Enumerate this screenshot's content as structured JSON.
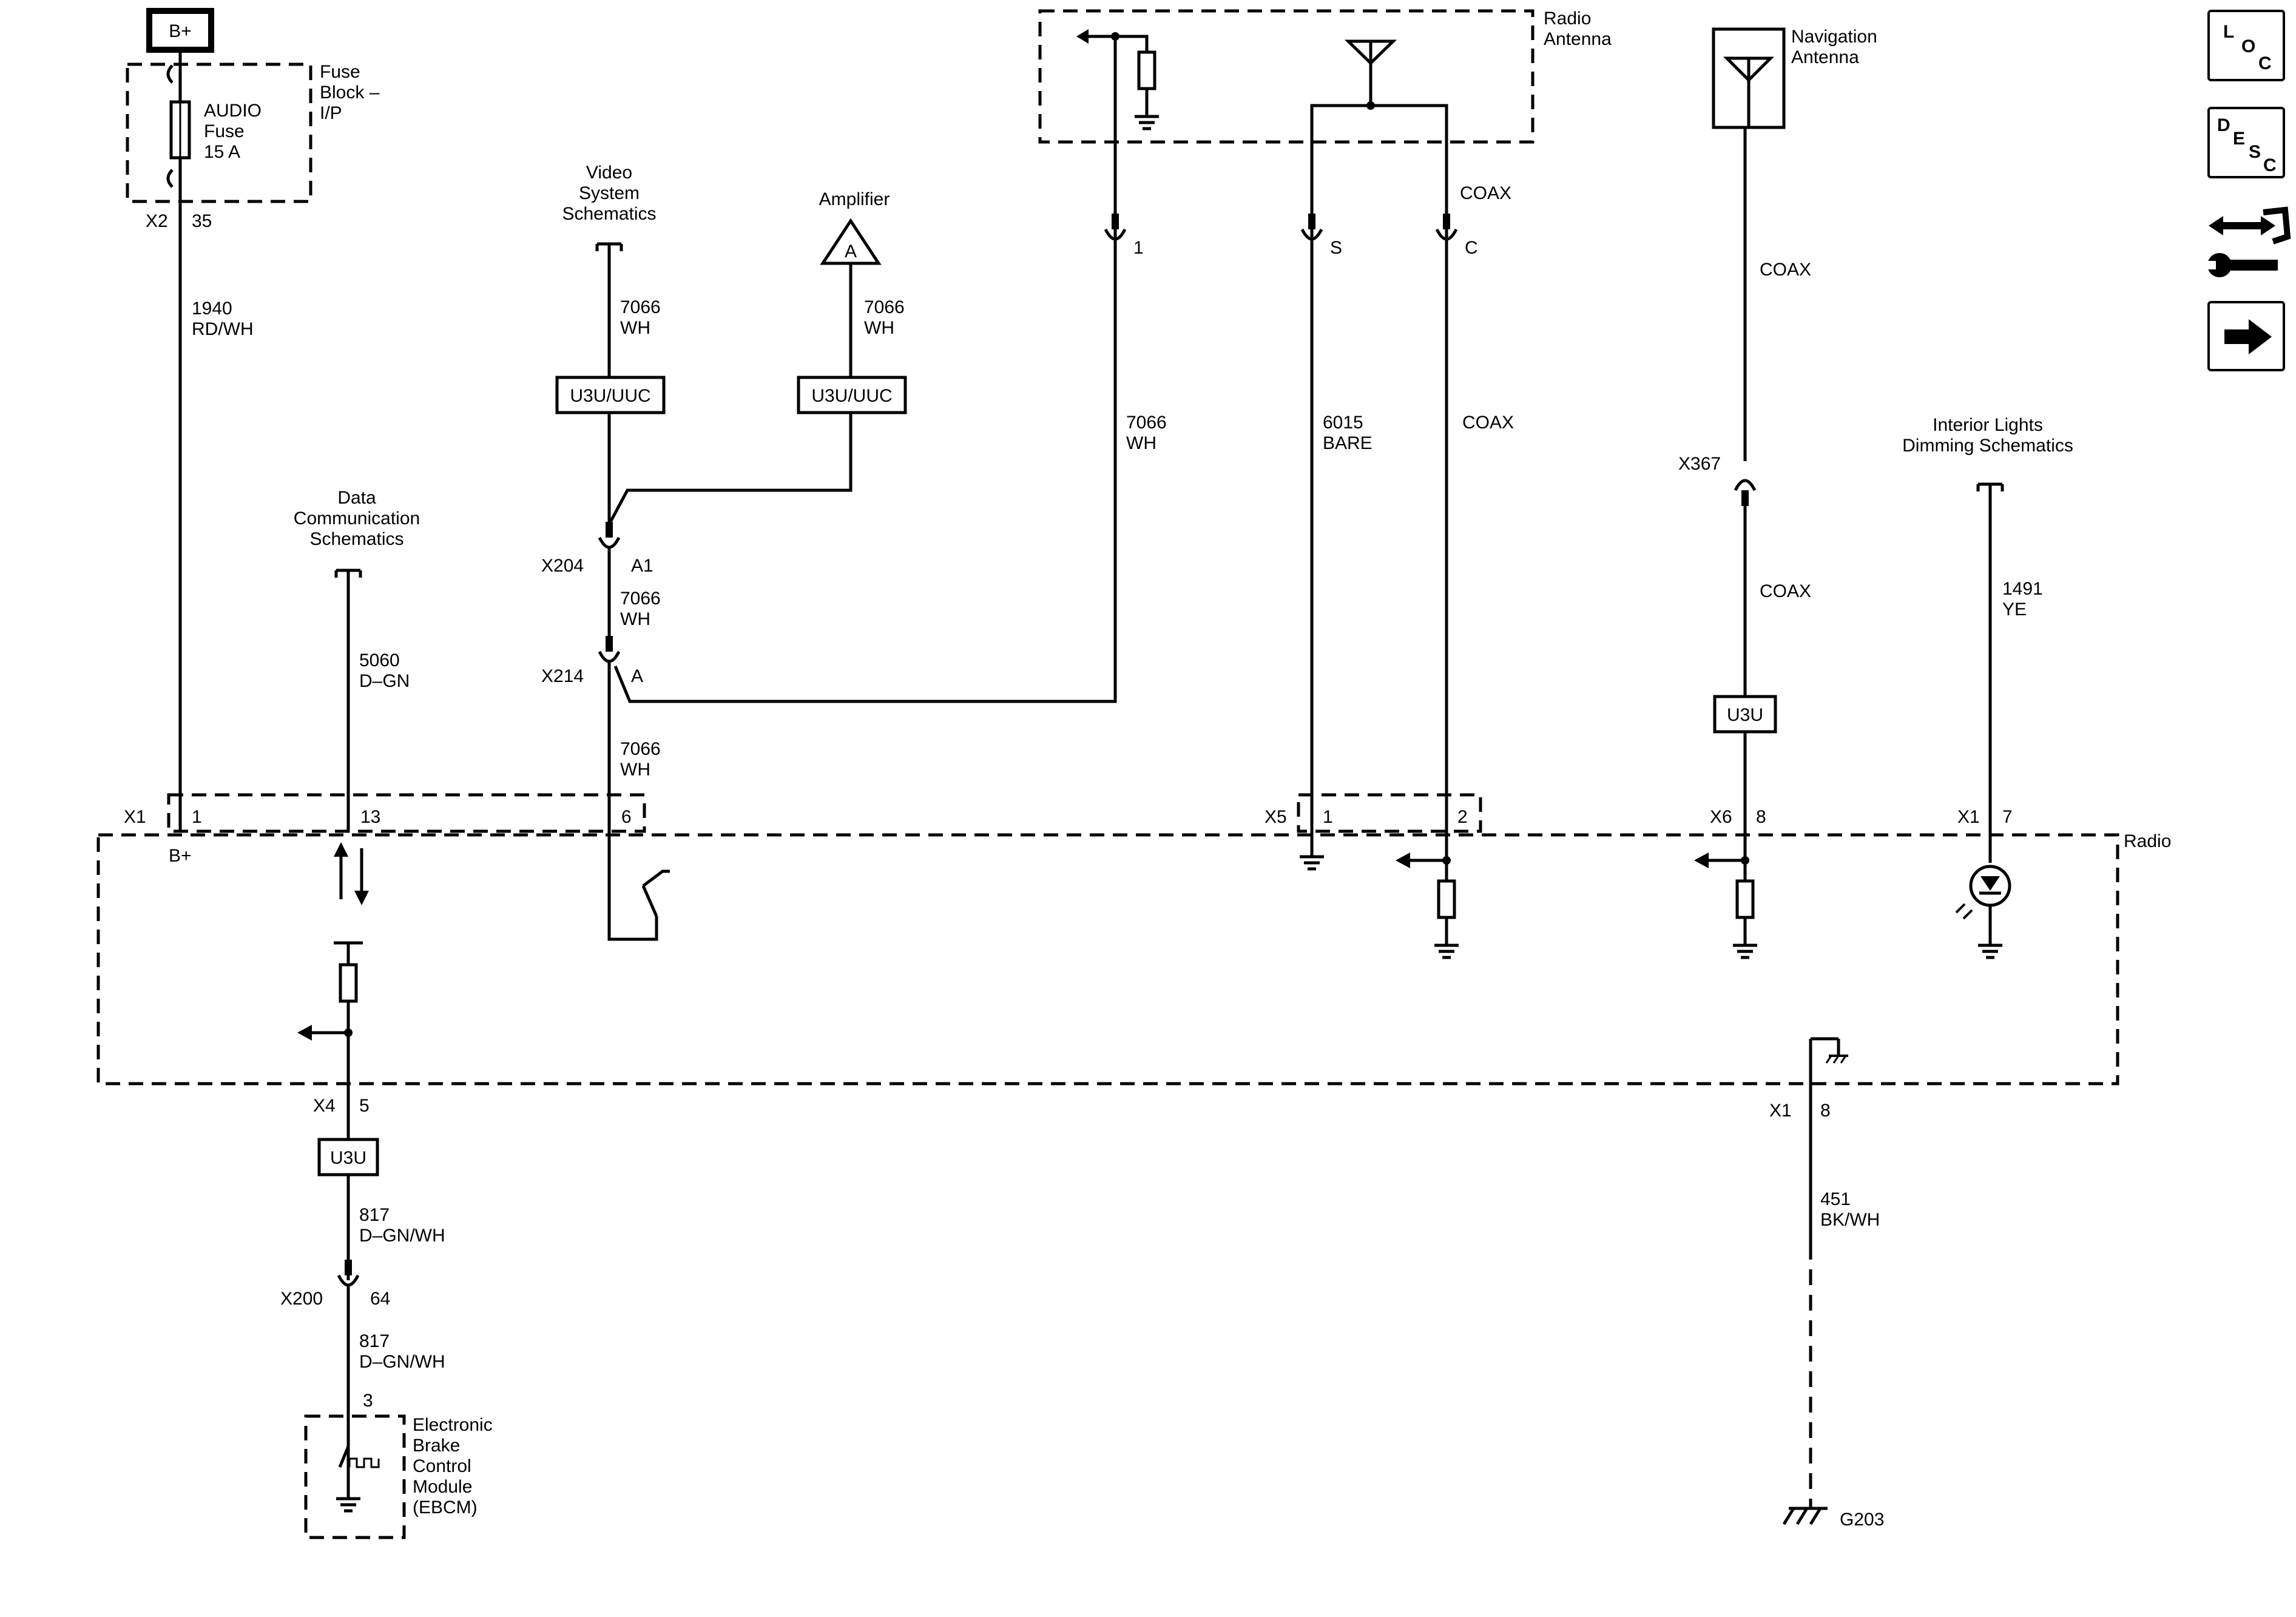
{
  "nav": {
    "loc": [
      "L",
      "O",
      "C"
    ],
    "desc": [
      "D",
      "E",
      "S",
      "C"
    ]
  },
  "power": {
    "label": "B+"
  },
  "fuse_block": {
    "name": [
      "Fuse",
      "Block –",
      "I/P"
    ],
    "fuse": [
      "AUDIO",
      "Fuse",
      "15 A"
    ],
    "connector": "X2",
    "pin": "35"
  },
  "wires": {
    "w1940": [
      "1940",
      "RD/WH"
    ],
    "w5060": [
      "5060",
      "D–GN"
    ],
    "vid7066": [
      "7066",
      "WH"
    ],
    "amp7066": [
      "7066",
      "WH"
    ],
    "ant7066": [
      "7066",
      "WH"
    ],
    "a1_7066": [
      "7066",
      "WH"
    ],
    "a_7066": [
      "7066",
      "WH"
    ],
    "w6015": [
      "6015",
      "BARE"
    ],
    "coax_c": "COAX",
    "coax_c_top": "COAX",
    "coax_nav_top": "COAX",
    "coax_nav_mid": "COAX",
    "w1491": [
      "1491",
      "YE"
    ],
    "w817a": [
      "817",
      "D–GN/WH"
    ],
    "w817b": [
      "817",
      "D–GN/WH"
    ],
    "w451": [
      "451",
      "BK/WH"
    ]
  },
  "refs": {
    "video": [
      "Video",
      "System",
      "Schematics"
    ],
    "amplifier": "Amplifier",
    "amp_symbol": "A",
    "data_comm": [
      "Data",
      "Communication",
      "Schematics"
    ],
    "interior": [
      "Interior Lights",
      "Dimming Schematics"
    ]
  },
  "options": {
    "u3u_uuc_1": "U3U/UUC",
    "u3u_uuc_2": "U3U/UUC",
    "u3u_nav": "U3U",
    "u3u_bottom": "U3U"
  },
  "radio_antenna": {
    "label": [
      "Radio",
      "Antenna"
    ],
    "pin1": "1",
    "pinS": "S",
    "pinC": "C"
  },
  "nav_antenna": {
    "label": [
      "Navigation",
      "Antenna"
    ]
  },
  "inline": {
    "x204": "X204",
    "x204_pin": "A1",
    "x214": "X214",
    "x214_pin": "A",
    "x367": "X367",
    "x200": "X200",
    "x200_pin": "64"
  },
  "radio": {
    "label": "Radio",
    "x1": "X1",
    "x1_pin1": "1",
    "x1_pin13": "13",
    "x1_pin6": "6",
    "bplus": "B+",
    "x5": "X5",
    "x5_pin1": "1",
    "x5_pin2": "2",
    "x6": "X6",
    "x6_pin": "8",
    "x1b": "X1",
    "x1b_pin": "7",
    "x4": "X4",
    "x4_pin": "5",
    "x1c": "X1",
    "x1c_pin": "8"
  },
  "ebcm": {
    "pin": "3",
    "label": [
      "Electronic",
      "Brake",
      "Control",
      "Module",
      "(EBCM)"
    ]
  },
  "ground": {
    "label": "G203"
  }
}
